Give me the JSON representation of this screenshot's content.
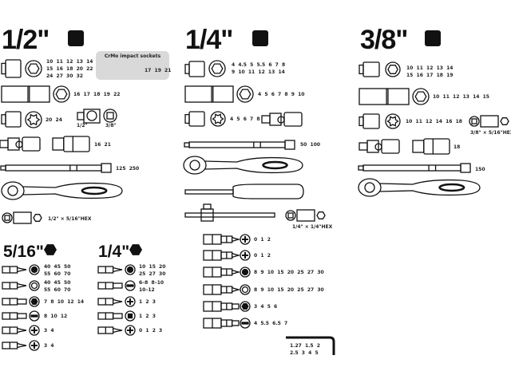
{
  "sections": {
    "half": {
      "title": "1/2\"",
      "sockets": [
        "10  11  12  13  14",
        "15  16  18  20  22",
        "24  27  30  32"
      ],
      "deep_sockets": "16  17  18  19  22",
      "torx_sockets": "20  24",
      "adapter_labels": [
        "1/2\"",
        "3/8\""
      ],
      "impact": {
        "title": "CrMo impact sockets",
        "sizes": "17  19  21"
      },
      "spark_plug": "16  21",
      "extensions": "125  250",
      "hex_adapter": "1/2\" × 5/16\"HEX"
    },
    "quarter": {
      "title": "1/4\"",
      "sockets": [
        "4  4.5  5  5.5  6  7  8",
        "9  10  11  12  13  14"
      ],
      "deep_sockets": "4  5  6  7  8  9  10",
      "torx_sockets": "4  5  6  7  8",
      "extensions": "50  100",
      "hex_adapter": "1/4\" × 1/4\"HEX",
      "holder_bits": [
        "0  1  2",
        "0  1  2",
        "8  9  10  15  20  25  27  30",
        "8  9  10  15  20  25  27  30",
        "3  4  5  6",
        "4  5.5  6.5  7"
      ],
      "hex_keys": [
        "1.27  1.5  2",
        "2.5  3  4  5"
      ]
    },
    "three_eighths": {
      "title": "3/8\"",
      "sockets": [
        "10  11  12  13  14",
        "15  16  17  18  19"
      ],
      "deep_sockets": "10  11  12  13  14  15",
      "torx_sockets": "10  11  12  14  16  18",
      "hex_adapter": "3/8\" × 5/16\"HEX",
      "spark_plug": "18",
      "extensions": "150"
    },
    "bits_5_16": {
      "title": "5/16\"",
      "rows": [
        {
          "tip": "torx",
          "sizes": [
            "40  45  50",
            "55  60  70"
          ]
        },
        {
          "tip": "torx-tamper",
          "sizes": [
            "40  45  50",
            "55  60  70"
          ]
        },
        {
          "tip": "hex",
          "sizes": [
            "7  8  10  12  14"
          ]
        },
        {
          "tip": "slotted",
          "sizes": [
            "8  10  12"
          ]
        },
        {
          "tip": "pozidriv",
          "sizes": [
            "3  4"
          ]
        },
        {
          "tip": "phillips",
          "sizes": [
            "3  4"
          ]
        }
      ]
    },
    "bits_1_4": {
      "title": "1/4\"",
      "rows": [
        {
          "tip": "torx",
          "sizes": [
            "10  15  20",
            "25  27  30"
          ]
        },
        {
          "tip": "slotted",
          "sizes": [
            "6–8  8–10",
            "10–12"
          ]
        },
        {
          "tip": "pozidriv",
          "sizes": [
            "1  2  3"
          ]
        },
        {
          "tip": "square",
          "sizes": [
            "1  2  3"
          ]
        },
        {
          "tip": "phillips",
          "sizes": [
            "0  1  2  3"
          ]
        }
      ]
    }
  },
  "colors": {
    "ink": "#111111",
    "panel": "#d9d9d9"
  }
}
